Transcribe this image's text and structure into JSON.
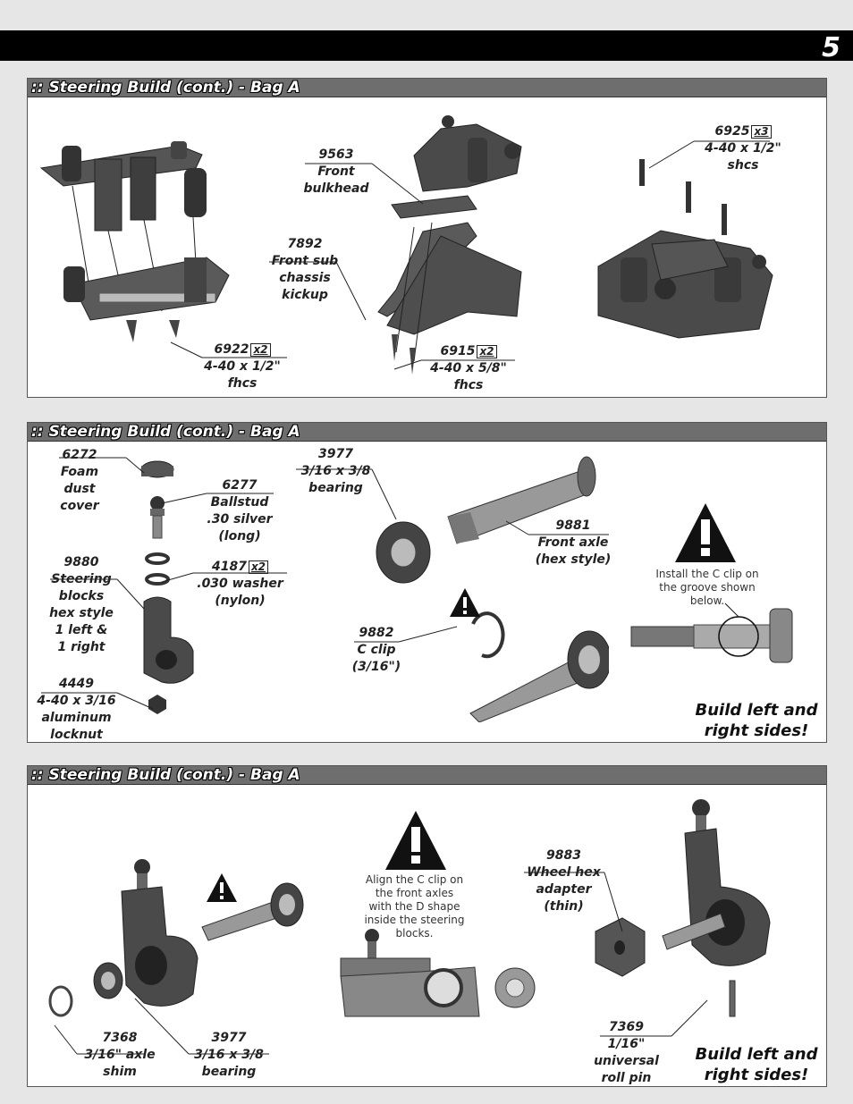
{
  "page_number": "5",
  "panels": [
    {
      "title": ":: Steering Build (cont.) - Bag A",
      "parts": [
        {
          "num": "9563",
          "lines": [
            "Front",
            "bulkhead"
          ]
        },
        {
          "num": "7892",
          "lines": [
            "Front sub",
            "chassis",
            "kickup"
          ]
        },
        {
          "num": "6925",
          "qty": "x3",
          "lines": [
            "4-40 x 1/2\"",
            "shcs"
          ]
        },
        {
          "num": "6922",
          "qty": "x2",
          "lines": [
            "4-40 x 1/2\"",
            "fhcs"
          ]
        },
        {
          "num": "6915",
          "qty": "x2",
          "lines": [
            "4-40 x 5/8\"",
            "fhcs"
          ]
        }
      ]
    },
    {
      "title": ":: Steering Build (cont.) - Bag A",
      "parts": [
        {
          "num": "6272",
          "lines": [
            "Foam",
            "dust",
            "cover"
          ]
        },
        {
          "num": "6277",
          "lines": [
            "Ballstud",
            ".30 silver",
            "(long)"
          ]
        },
        {
          "num": "4187",
          "qty": "x2",
          "lines": [
            ".030 washer",
            "(nylon)"
          ]
        },
        {
          "num": "9880",
          "lines": [
            "Steering",
            "blocks",
            "hex style",
            "1 left &",
            "1 right"
          ]
        },
        {
          "num": "4449",
          "lines": [
            "4-40 x 3/16",
            "aluminum",
            "locknut"
          ]
        },
        {
          "num": "3977",
          "lines": [
            "3/16 x 3/8",
            "bearing"
          ]
        },
        {
          "num": "9881",
          "lines": [
            "Front axle",
            "(hex style)"
          ]
        },
        {
          "num": "9882",
          "lines": [
            "C clip",
            "(3/16\")"
          ]
        }
      ],
      "note": [
        "Install the C clip on",
        "the groove shown",
        "below."
      ],
      "footer": [
        "Build left and",
        "right sides!"
      ]
    },
    {
      "title": ":: Steering Build (cont.) - Bag A",
      "parts": [
        {
          "num": "7368",
          "lines": [
            "3/16\" axle",
            "shim"
          ]
        },
        {
          "num": "3977",
          "lines": [
            "3/16 x 3/8",
            "bearing"
          ]
        },
        {
          "num": "9883",
          "lines": [
            "Wheel hex",
            "adapter",
            "(thin)"
          ]
        },
        {
          "num": "7369",
          "lines": [
            "1/16\"",
            "universal",
            "roll pin"
          ]
        }
      ],
      "note": [
        "Align the C clip on",
        "the front axles",
        "with the D shape",
        "inside the steering",
        "blocks."
      ],
      "footer": [
        "Build left and",
        "right sides!"
      ]
    }
  ]
}
